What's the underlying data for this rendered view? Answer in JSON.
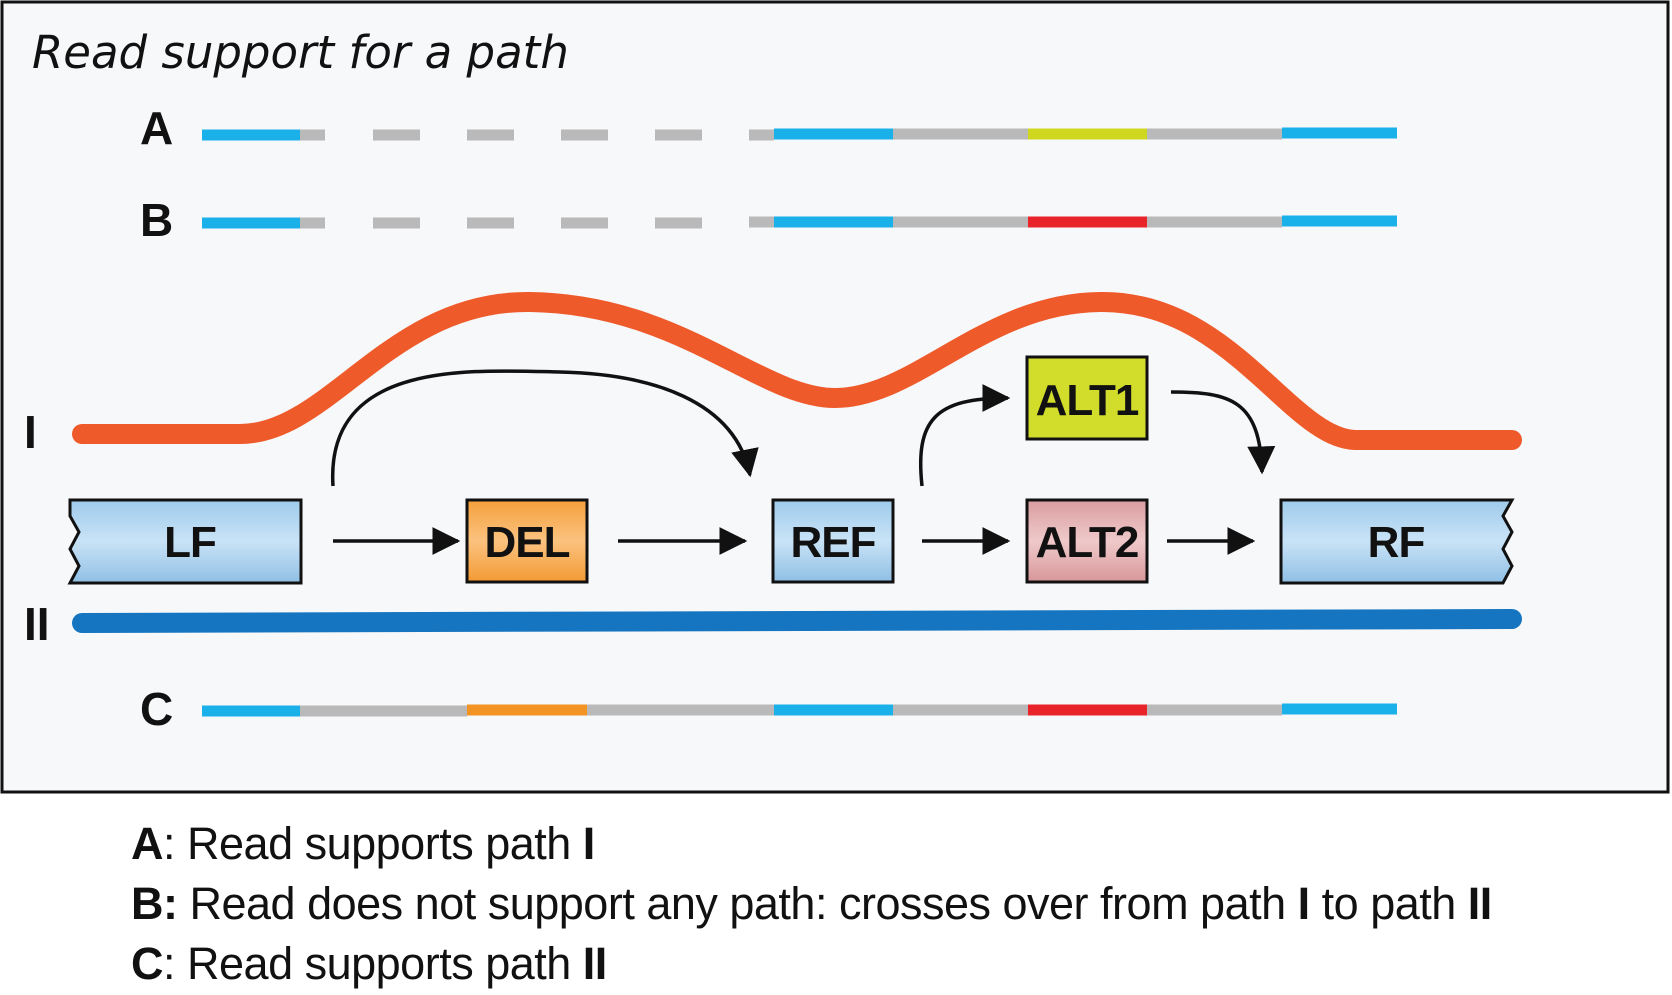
{
  "title": "Read support for a path",
  "reads": {
    "A": {
      "label": "A"
    },
    "B": {
      "label": "B"
    },
    "C": {
      "label": "C"
    }
  },
  "paths": {
    "I": {
      "label": "I",
      "color": "#ef5a2a"
    },
    "II": {
      "label": "II",
      "color": "#1575c0"
    }
  },
  "nodes": {
    "LF": {
      "label": "LF"
    },
    "DEL": {
      "label": "DEL"
    },
    "REF": {
      "label": "REF"
    },
    "ALT1": {
      "label": "ALT1"
    },
    "ALT2": {
      "label": "ALT2"
    },
    "RF": {
      "label": "RF"
    }
  },
  "colors": {
    "flank": "#1ab0ea",
    "gap": "#b9b9b9",
    "del": "#f29324",
    "alt1": "#cfd81f",
    "alt2": "#e8232a",
    "frame_bg": "#f7f8fa",
    "frame_border": "#111111"
  },
  "legend": [
    {
      "key": "A",
      "sep": ":",
      "text": " Read supports path ",
      "ref": "I",
      "text2": "",
      "ref2": ""
    },
    {
      "key": "B",
      "sep": ":",
      "text": " Read does not support any path: crosses over from path ",
      "ref": "I",
      "text2": " to path ",
      "ref2": "II"
    },
    {
      "key": "C",
      "sep": ":",
      "text": " Read supports path ",
      "ref": "II",
      "text2": "",
      "ref2": ""
    }
  ]
}
